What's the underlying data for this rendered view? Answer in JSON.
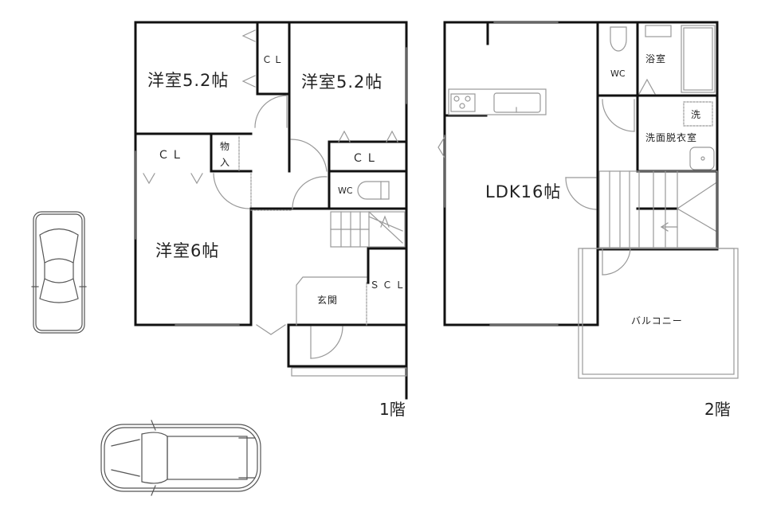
{
  "floor1": {
    "label": "1階",
    "rooms": {
      "western_room_a": "洋室5.2帖",
      "western_room_b": "洋室5.2帖",
      "western_room_c": "洋室6帖",
      "closet_a": "ＣＬ",
      "closet_b": "ＣＬ",
      "closet_c": "ＣＬ",
      "storage": "物入",
      "wc": "WC",
      "entrance": "玄関",
      "shoe_closet": "ＳＣＬ"
    }
  },
  "floor2": {
    "label": "2階",
    "rooms": {
      "ldk": "LDK16帖",
      "wc": "WC",
      "bathroom": "浴室",
      "washer": "洗",
      "washroom": "洗面脱衣室",
      "balcony": "バルコニー"
    }
  },
  "colors": {
    "wall": "#111111",
    "thin_line": "#999999",
    "background": "#ffffff"
  }
}
